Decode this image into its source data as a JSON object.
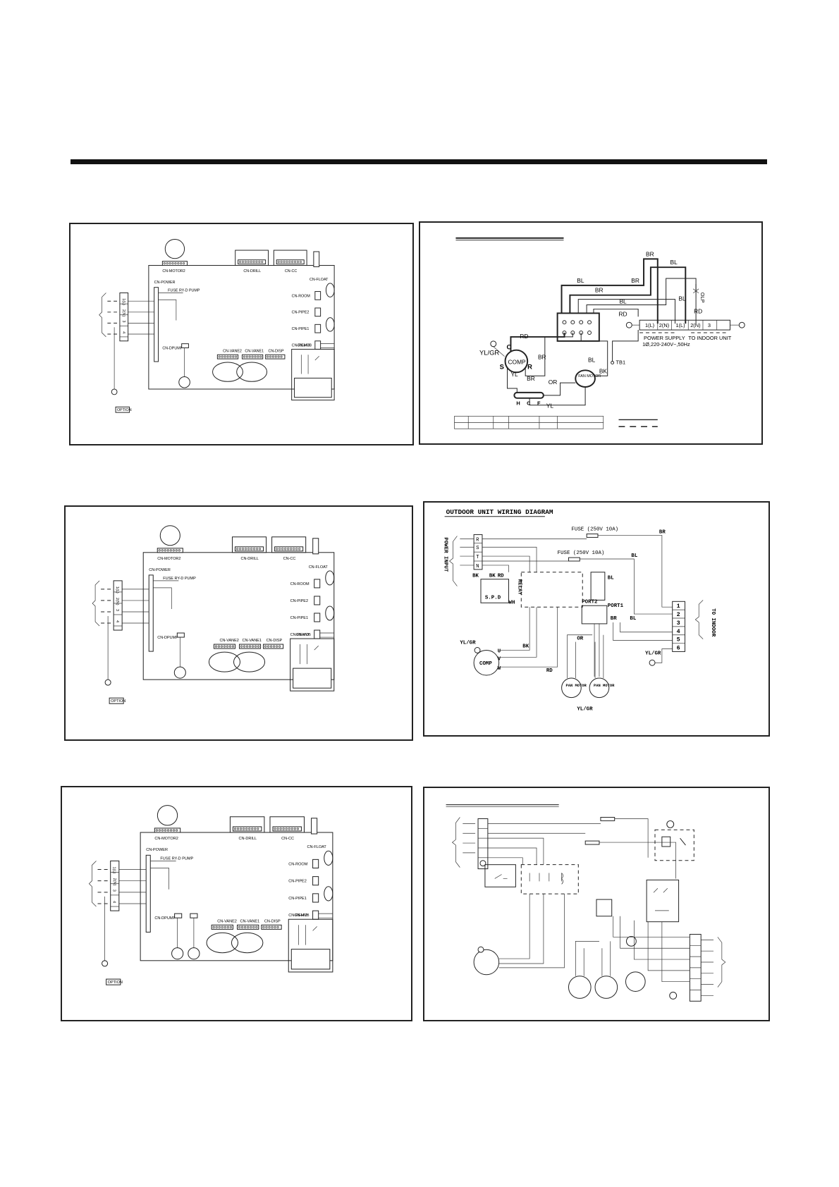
{
  "indoor_board": {
    "connectors": {
      "motor2": "CN-MOTOR2",
      "drill": "CN-DRILL",
      "cc": "CN-CC",
      "float": "CN-FLOAT",
      "power": "CN-POWER",
      "fuse_pump": "FUSE RY-D PUMP",
      "room": "CN-ROOM",
      "pipe2": "CN-PIPE2",
      "pipe1": "CN-PIPE1",
      "remo": "CN-REMO",
      "dpump": "CN-DPUMP",
      "vane2": "CN-VANE2",
      "vane1": "CN-VANE1",
      "disp": "CN-DISP",
      "hvb": "CN-HVB"
    },
    "terminal_labels": [
      "1(L)",
      "2(N)",
      "3",
      "4"
    ],
    "option_label": "OPTION"
  },
  "single_phase_outdoor": {
    "wire_labels": {
      "br": "BR",
      "bl": "BL",
      "rd": "RD",
      "bk": "BK",
      "or": "OR",
      "yl": "YL",
      "yl_gr": "YL/GR"
    },
    "comp_label": "COMP",
    "comp_pins": [
      "C",
      "S",
      "R"
    ],
    "fan_motor_label": "FAN MOTOR",
    "capacitor_pins": [
      "H",
      "C",
      "F"
    ],
    "tb_label": "TB1",
    "terminals": [
      "1(L)",
      "2(N)",
      "1(L)",
      "2(N)",
      "3"
    ],
    "power_supply": "POWER SUPPLY",
    "power_spec": "1Ø,220-240V~,50Hz",
    "to_indoor": "TO INDOOR UNIT",
    "olp_label": "OLP"
  },
  "three_phase_outdoor": {
    "title": "OUTDOOR UNIT WIRING DIAGRAM",
    "power_input": "POWER INPUT",
    "phases": [
      "R",
      "S",
      "T",
      "N"
    ],
    "fuse1": "FUSE (250V 10A)",
    "fuse2": "FUSE (250V 10A)",
    "relay": "RELAY",
    "spd": "S.P.D",
    "port1": "PORT1",
    "port2": "PORT2",
    "comp": "COMP",
    "pan_motor": "PAN MOTOR",
    "wire_labels": {
      "br": "BR",
      "bl": "BL",
      "bk": "BK",
      "rd": "RD",
      "wh": "WH",
      "or": "OR",
      "yl_gr": "YL/GR"
    },
    "comp_pins": [
      "U",
      "V",
      "W"
    ],
    "terminals": [
      "1",
      "2",
      "3",
      "4",
      "5",
      "6"
    ],
    "to_indoor": "TO INDOOR"
  }
}
